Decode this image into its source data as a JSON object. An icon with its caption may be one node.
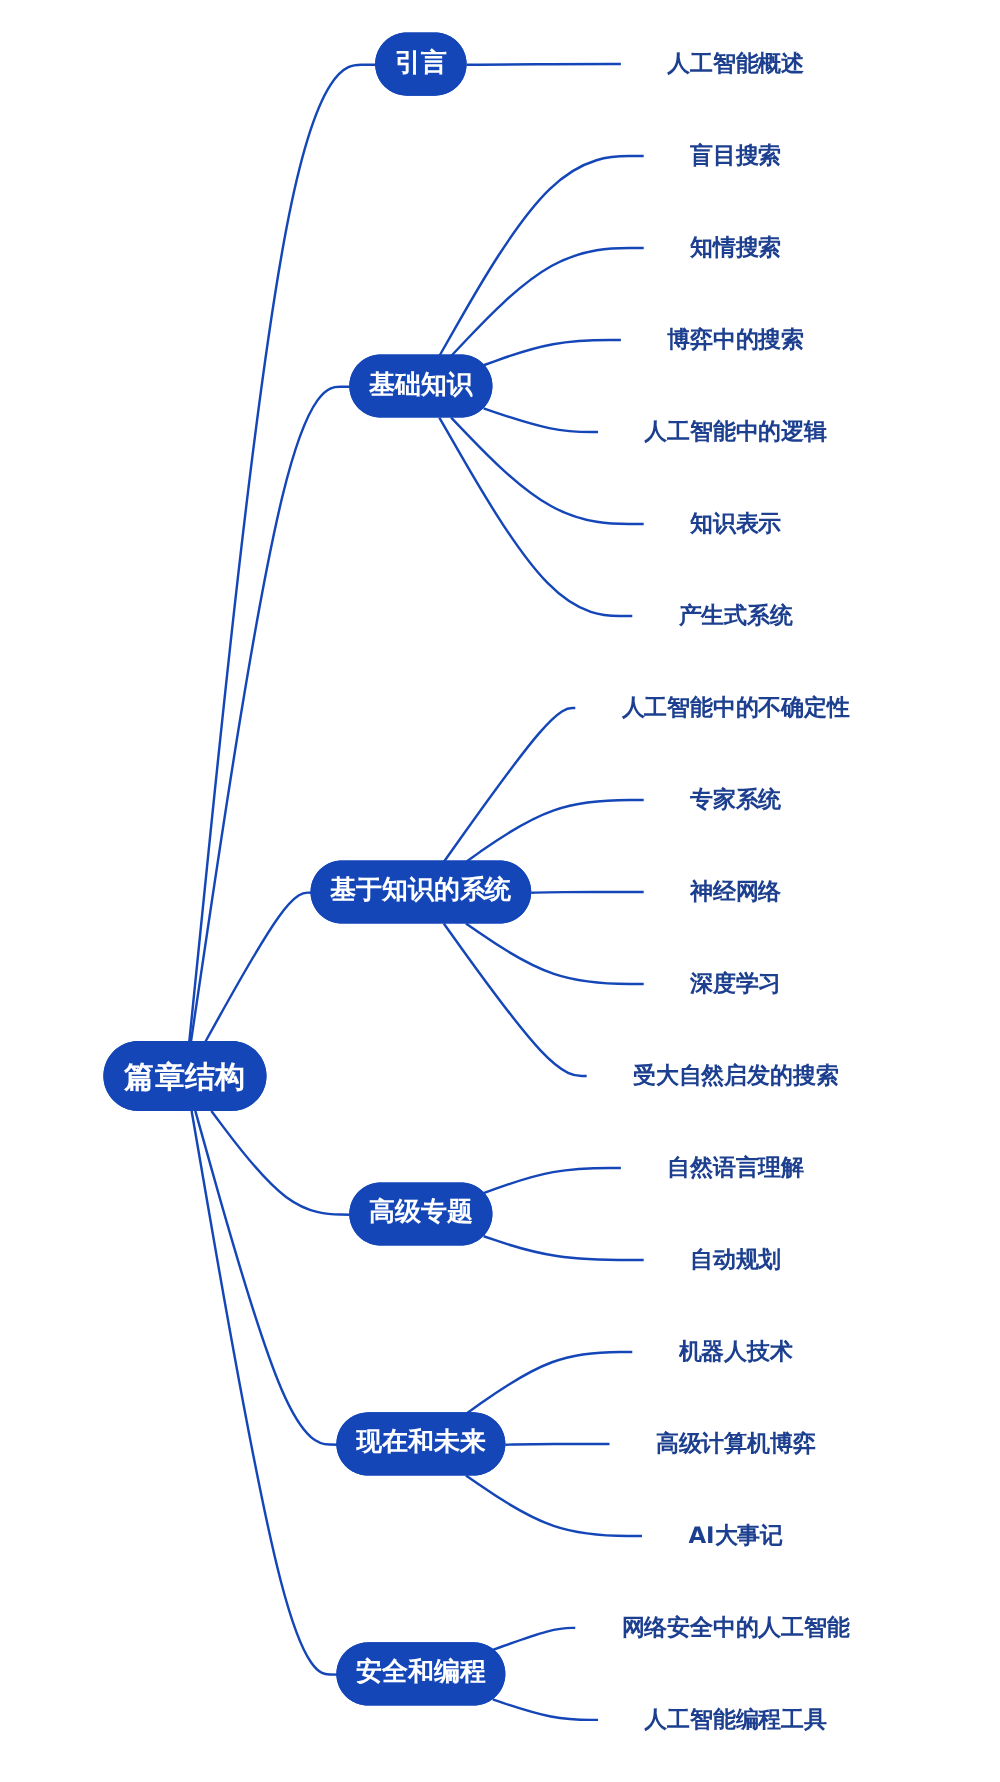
{
  "diagram": {
    "nodes": [
      {
        "text": [
          "篇章结构"
        ]
      },
      {
        "text": [
          "引言"
        ]
      },
      {
        "text": [
          "人工智能概述"
        ]
      },
      {
        "text": [
          "基础知识"
        ]
      },
      {
        "text": [
          "盲目搜索"
        ]
      },
      {
        "text": [
          "知情搜索"
        ]
      },
      {
        "text": [
          "博弈中的搜索"
        ]
      },
      {
        "text": [
          "人工智能中的逻辑"
        ]
      },
      {
        "text": [
          "知识表示"
        ]
      },
      {
        "text": [
          "产生式系统"
        ]
      },
      {
        "text": [
          "基于知识的系统"
        ]
      },
      {
        "text": [
          "人工智能中的不确定性"
        ]
      },
      {
        "text": [
          "专家系统"
        ]
      },
      {
        "text": [
          "神经网络"
        ]
      },
      {
        "text": [
          "深度学习"
        ]
      },
      {
        "text": [
          "受大自然启发的搜索"
        ]
      },
      {
        "text": [
          "高级专题"
        ]
      },
      {
        "text": [
          "自然语言理解"
        ]
      },
      {
        "text": [
          "自动规划"
        ]
      },
      {
        "text": [
          "现在和未来"
        ]
      },
      {
        "text": [
          "机器人技术"
        ]
      },
      {
        "text": [
          "高级计算机博弈"
        ]
      },
      {
        "text": [
          "AI大事记"
        ]
      },
      {
        "text": [
          "安全和编程"
        ]
      },
      {
        "text": [
          "网络安全中的人工智能"
        ]
      },
      {
        "text": [
          "人工智能编程工具"
        ]
      }
    ],
    "edges": [
      {
        "from": 0,
        "to": 1,
        "arrow": "none"
      },
      {
        "from": 1,
        "to": 2,
        "arrow": "none"
      },
      {
        "from": 0,
        "to": 3,
        "arrow": "none"
      },
      {
        "from": 3,
        "to": 4,
        "arrow": "none"
      },
      {
        "from": 3,
        "to": 5,
        "arrow": "none"
      },
      {
        "from": 3,
        "to": 6,
        "arrow": "none"
      },
      {
        "from": 3,
        "to": 7,
        "arrow": "none"
      },
      {
        "from": 3,
        "to": 8,
        "arrow": "none"
      },
      {
        "from": 3,
        "to": 9,
        "arrow": "none"
      },
      {
        "from": 0,
        "to": 10,
        "arrow": "none"
      },
      {
        "from": 10,
        "to": 11,
        "arrow": "none"
      },
      {
        "from": 10,
        "to": 12,
        "arrow": "none"
      },
      {
        "from": 10,
        "to": 13,
        "arrow": "none"
      },
      {
        "from": 10,
        "to": 14,
        "arrow": "none"
      },
      {
        "from": 10,
        "to": 15,
        "arrow": "none"
      },
      {
        "from": 0,
        "to": 16,
        "arrow": "none"
      },
      {
        "from": 16,
        "to": 17,
        "arrow": "none"
      },
      {
        "from": 16,
        "to": 18,
        "arrow": "none"
      },
      {
        "from": 0,
        "to": 19,
        "arrow": "none"
      },
      {
        "from": 19,
        "to": 20,
        "arrow": "none"
      },
      {
        "from": 19,
        "to": 21,
        "arrow": "none"
      },
      {
        "from": 19,
        "to": 22,
        "arrow": "none"
      },
      {
        "from": 0,
        "to": 23,
        "arrow": "none"
      },
      {
        "from": 23,
        "to": 24,
        "arrow": "none"
      },
      {
        "from": 23,
        "to": 25,
        "arrow": "none"
      }
    ]
  }
}
